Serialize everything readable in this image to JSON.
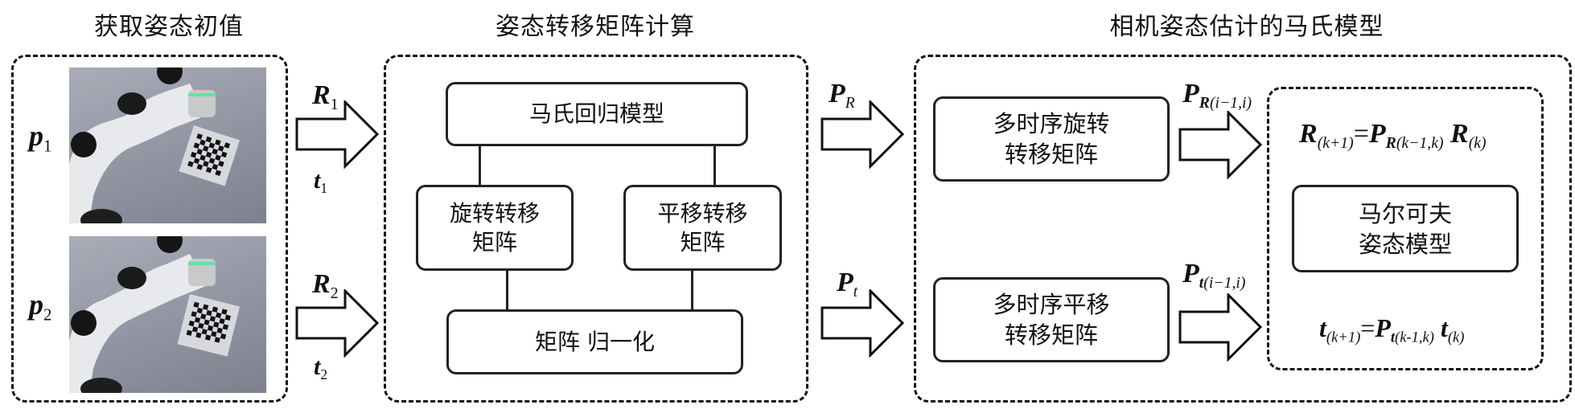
{
  "titles": {
    "initial_pose": "获取姿态初值",
    "transfer_matrix_calc": "姿态转移矩阵计算",
    "markov_model": "相机姿态估计的马氏模型"
  },
  "initial_pose": {
    "p1_base": "p",
    "p1_sub": "1",
    "p2_base": "p",
    "p2_sub": "2",
    "image1": "robot-arm-photo-pose-1",
    "image2": "robot-arm-photo-pose-2"
  },
  "arrows_1": {
    "r1_base": "R",
    "r1_sub": "1",
    "t1_base": "t",
    "t1_sub": "1",
    "r2_base": "R",
    "r2_sub": "2",
    "t2_base": "t",
    "t2_sub": "2"
  },
  "transfer": {
    "regression_model": "马氏回归模型",
    "rotation_matrix_line1": "旋转转移",
    "rotation_matrix_line2": "矩阵",
    "translation_matrix_line1": "平移转移",
    "translation_matrix_line2": "矩阵",
    "normalization": "矩阵 归一化"
  },
  "arrows_2": {
    "pr_base": "P",
    "pr_sub": "R",
    "pt_base": "P",
    "pt_sub": "t"
  },
  "markov": {
    "multi_rotation_line1": "多时序旋转",
    "multi_rotation_line2": "转移矩阵",
    "multi_translation_line1": "多时序平移",
    "multi_translation_line2": "转移矩阵",
    "pr_label_base": "P",
    "pr_label_sub_bold": "R",
    "pr_label_sub": "(i−1,i)",
    "pt_label_base": "P",
    "pt_label_sub_bold": "t",
    "pt_label_sub": "(i−1,i)",
    "markov_pose_line1": "马尔可夫",
    "markov_pose_line2": "姿态模型",
    "eq_r": {
      "lhs": "R",
      "lhs_sub": "(k+1)",
      "eq": "=",
      "p": "P",
      "p_sub_bold": "R",
      "p_sub": "(k−1,k)",
      "rhs": "R",
      "rhs_sub": "(k)"
    },
    "eq_t": {
      "lhs": "t",
      "lhs_sub": "(k+1)",
      "eq": "=",
      "p": "P",
      "p_sub_bold": "t",
      "p_sub": "(k-1,k)",
      "rhs": "t",
      "rhs_sub": "(k)"
    }
  }
}
